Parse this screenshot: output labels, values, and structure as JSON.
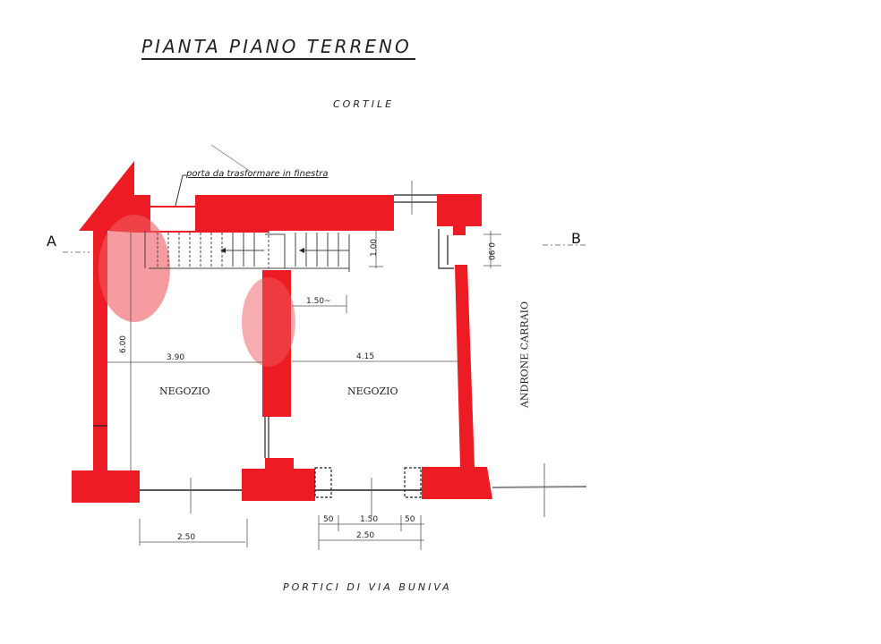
{
  "drawing": {
    "title": "PIANTA PIANO TERRENO",
    "labels": {
      "courtyard": "CORTILE",
      "porticoes": "PORTICI DI VIA BUNIVA",
      "driveway": "ANDRONE CARRAIO",
      "note": "porta da trasformare in finestra"
    },
    "rooms": [
      {
        "name": "NEGOZIO"
      },
      {
        "name": "NEGOZIO"
      }
    ],
    "section_marks": {
      "left": "A",
      "right": "B"
    },
    "dimensions": {
      "room1_width": "3.90",
      "room2_width": "4.15",
      "depth": "6.00",
      "stair_landing": "1.50~",
      "stair_door": "1.00",
      "side_door": "0.90",
      "opening1": "2.50",
      "opening2": "2.50",
      "jamb_left": "50",
      "door_center": "1.50",
      "jamb_right": "50"
    },
    "colors": {
      "wall": "#ed1c24",
      "wall_light": "#f05a60",
      "line": "#222222"
    }
  }
}
